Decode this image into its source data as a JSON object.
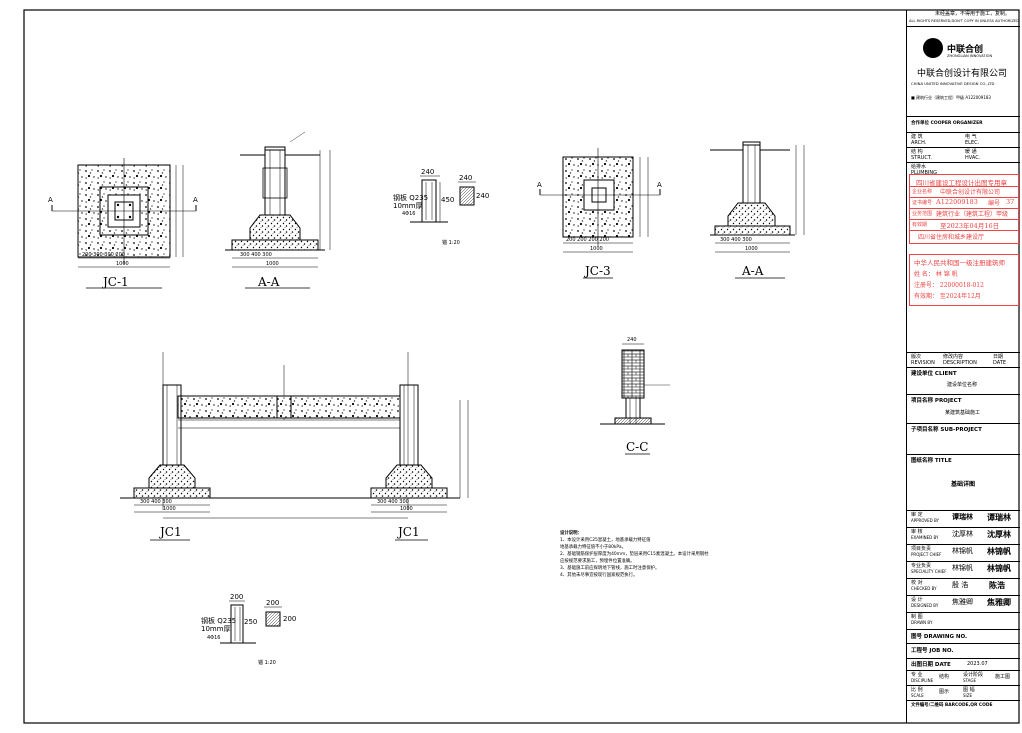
{
  "sections": {
    "jc1_label": "JC-1",
    "aa1_label": "A-A",
    "jc3_label": "JC-3",
    "aa3_label": "A-A",
    "jc1_left": "JC1",
    "jc1_right": "JC1",
    "cc_label": "C-C",
    "section_a_left": "A",
    "section_a_right": "A",
    "section_a3_left": "A",
    "section_a3_right": "A"
  },
  "dims": {
    "jc1_bottom": "200  300  300  200",
    "jc1_total": "1000",
    "aa1_bottom": "300  400  300",
    "aa1_total": "1000",
    "jc3_bottom": "200  200  200  200",
    "jc3_total": "1000",
    "aa3_bottom": "300  400  300",
    "aa3_total": "1000",
    "jc_long_left": "300  400  300",
    "jc_long_left_total": "1000",
    "jc_long_right": "300  400  300",
    "jc_long_right_total": "1000",
    "cc_top": "240",
    "detail_240": "240",
    "detail_450": "450",
    "detail_240b": "240",
    "detail_240c": "240",
    "detail2_200": "200",
    "detail2_250": "250",
    "detail2_200b": "200",
    "detail2_200c": "200"
  },
  "details": {
    "d1_plate": "钢板 Q235",
    "d1_thk": "10mm厚",
    "d1_bolt": "4Φ16",
    "d2_plate": "钢板 Q235",
    "d2_thk": "10mm厚",
    "d2_bolt": "4Φ16",
    "scale1": "锚 1:20",
    "scale2": "锚 1:20"
  },
  "notes": {
    "title": "设计说明：",
    "lines": [
      "1、本设计采用C25混凝土，地基承载力特征值",
      "   地基承载力特征值不小于80kPa。",
      "2、基础钢筋保护层厚度为40mm，垫层采用C15素混凝土。本设计采用钢柱",
      "   应按规范要求施工，预埋件位置准确。",
      "3、基础施工前应探明地下管线，施工时注意保护。",
      "4、其他未尽事宜按现行国家规范执行。"
    ]
  },
  "titleblock": {
    "top_note_1": "未经盖章，不得用于施工，复制。",
    "top_note_2": "ALL RIGHTS RESERVED,DON'T COPY IN UNLESS AUTHORIZED",
    "logo_cn": "中联合创",
    "logo_en": "ZHONGLIAN INNOVATION",
    "company_cn": "中联合创设计有限公司",
    "company_en": "CHINA UNITED INNOVATIVE DESIGN CO.,LTD",
    "cert": "■ 建筑行业（建筑工程）甲级 A122009183",
    "cosign": "合作单位 COOPER ORGANIZER",
    "disc_arch": "建  筑",
    "disc_arch_en": "ARCH.",
    "disc_elec": "电  气",
    "disc_elec_en": "ELEC.",
    "disc_struct": "结  构",
    "disc_struct_en": "STRUCT.",
    "disc_hvac": "暖  通",
    "disc_hvac_en": "HVAC.",
    "disc_plumb": "给排水",
    "disc_plumb_en": "PLUMBING",
    "revision": "版次\nREVISION",
    "rev_desc": "修改内容\nDESCRIPTION",
    "rev_date": "日期\nDATE",
    "client": "建设单位 CLIENT",
    "client_val": "建设单位名称",
    "project": "项目名称 PROJECT",
    "project_val": "某建筑基础施工",
    "subproject": "子项目名称 SUB-PROJECT",
    "title": "图纸名称 TITLE",
    "title_val": "基础详图",
    "approved": "审  定",
    "approved_en": "APPROVED BY",
    "approved_name": "谭瑞林",
    "examined": "审  核",
    "examined_en": "EXAMINED BY",
    "examined_name": "沈厚林",
    "pm": "项目负责",
    "pm_en": "PROJECT CHIEF",
    "pm_name": "林锦帆",
    "sc": "专业负责",
    "sc_en": "SPECIALITY CHIEF",
    "sc_name": "林锦帆",
    "checked": "校  对",
    "checked_en": "CHECKED BY",
    "checked_name": "殷  浩",
    "designed": "设  计",
    "designed_en": "DESIGNED BY",
    "designed_name": "焦雅卿",
    "drawn": "制  图",
    "drawn_en": "DRAWN BY",
    "drawing_no": "图号 DRAWING NO.",
    "job_no": "工程号 JOB NO.",
    "date": "出图日期 DATE",
    "date_val": "2023.07",
    "phase": "专  业",
    "phase_en": "DISCIPLINE",
    "phase_val": "结构",
    "stage": "设计阶段",
    "stage_en": "STAGE",
    "stage_val": "施工图",
    "scale": "比  例",
    "scale_en": "SCALE",
    "scale_val": "图示",
    "size": "图  幅",
    "size_en": "SIZE",
    "file_no": "文件编号/二维码 BARCODE,QR CODE",
    "sig1": "谭瑞林",
    "sig2": "沈厚林",
    "sig3": "林锦帆",
    "sig4": "林锦帆",
    "sig5": "陈浩",
    "sig6": "焦雅卿"
  },
  "seal1": {
    "l1": "四川省建设工程设计出图专用章",
    "l2a": "企业名称",
    "l2b": "中联合创设计有限公司",
    "l3a": "证书编号",
    "l3b": "A122009183",
    "l3c": "编号",
    "l3d": "37",
    "l4a": "业务范围",
    "l4b": "建筑行业（建筑工程）甲级",
    "l5a": "有效期",
    "l5b": "至2023年04月16日",
    "l6": "四川省住房和城乡建设厅"
  },
  "seal2": {
    "l1": "中华人民共和国一级注册建筑师",
    "l2": "姓  名：  林 锦 帆",
    "l3": "注册号：  22000018-012",
    "l4": "有效期：  至2024年12月"
  }
}
